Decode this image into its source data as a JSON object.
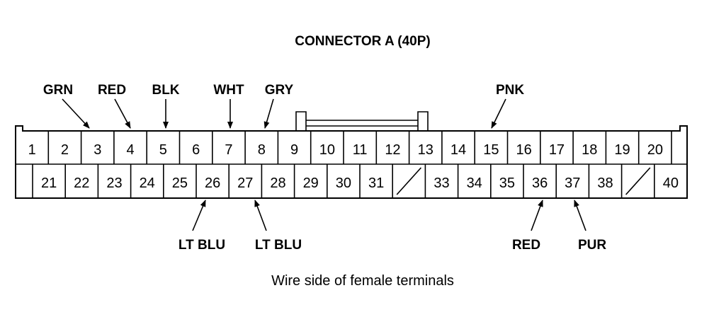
{
  "title": "CONNECTOR A (40P)",
  "caption": "Wire side of female terminals",
  "top_row": [
    "1",
    "2",
    "3",
    "4",
    "5",
    "6",
    "7",
    "8",
    "9",
    "10",
    "11",
    "12",
    "13",
    "14",
    "15",
    "16",
    "17",
    "18",
    "19",
    "20"
  ],
  "bottom_row": [
    "21",
    "22",
    "23",
    "24",
    "25",
    "26",
    "27",
    "28",
    "29",
    "30",
    "31",
    "",
    "33",
    "34",
    "35",
    "36",
    "37",
    "38",
    "",
    "40"
  ],
  "wire_labels": {
    "grn_3": "GRN",
    "red_4": "RED",
    "blk_5": "BLK",
    "wht_7": "WHT",
    "gry_8": "GRY",
    "pnk_15": "PNK",
    "ltblu_26": "LT BLU",
    "ltblu_27": "LT BLU",
    "red_36": "RED",
    "pur_37": "PUR"
  }
}
